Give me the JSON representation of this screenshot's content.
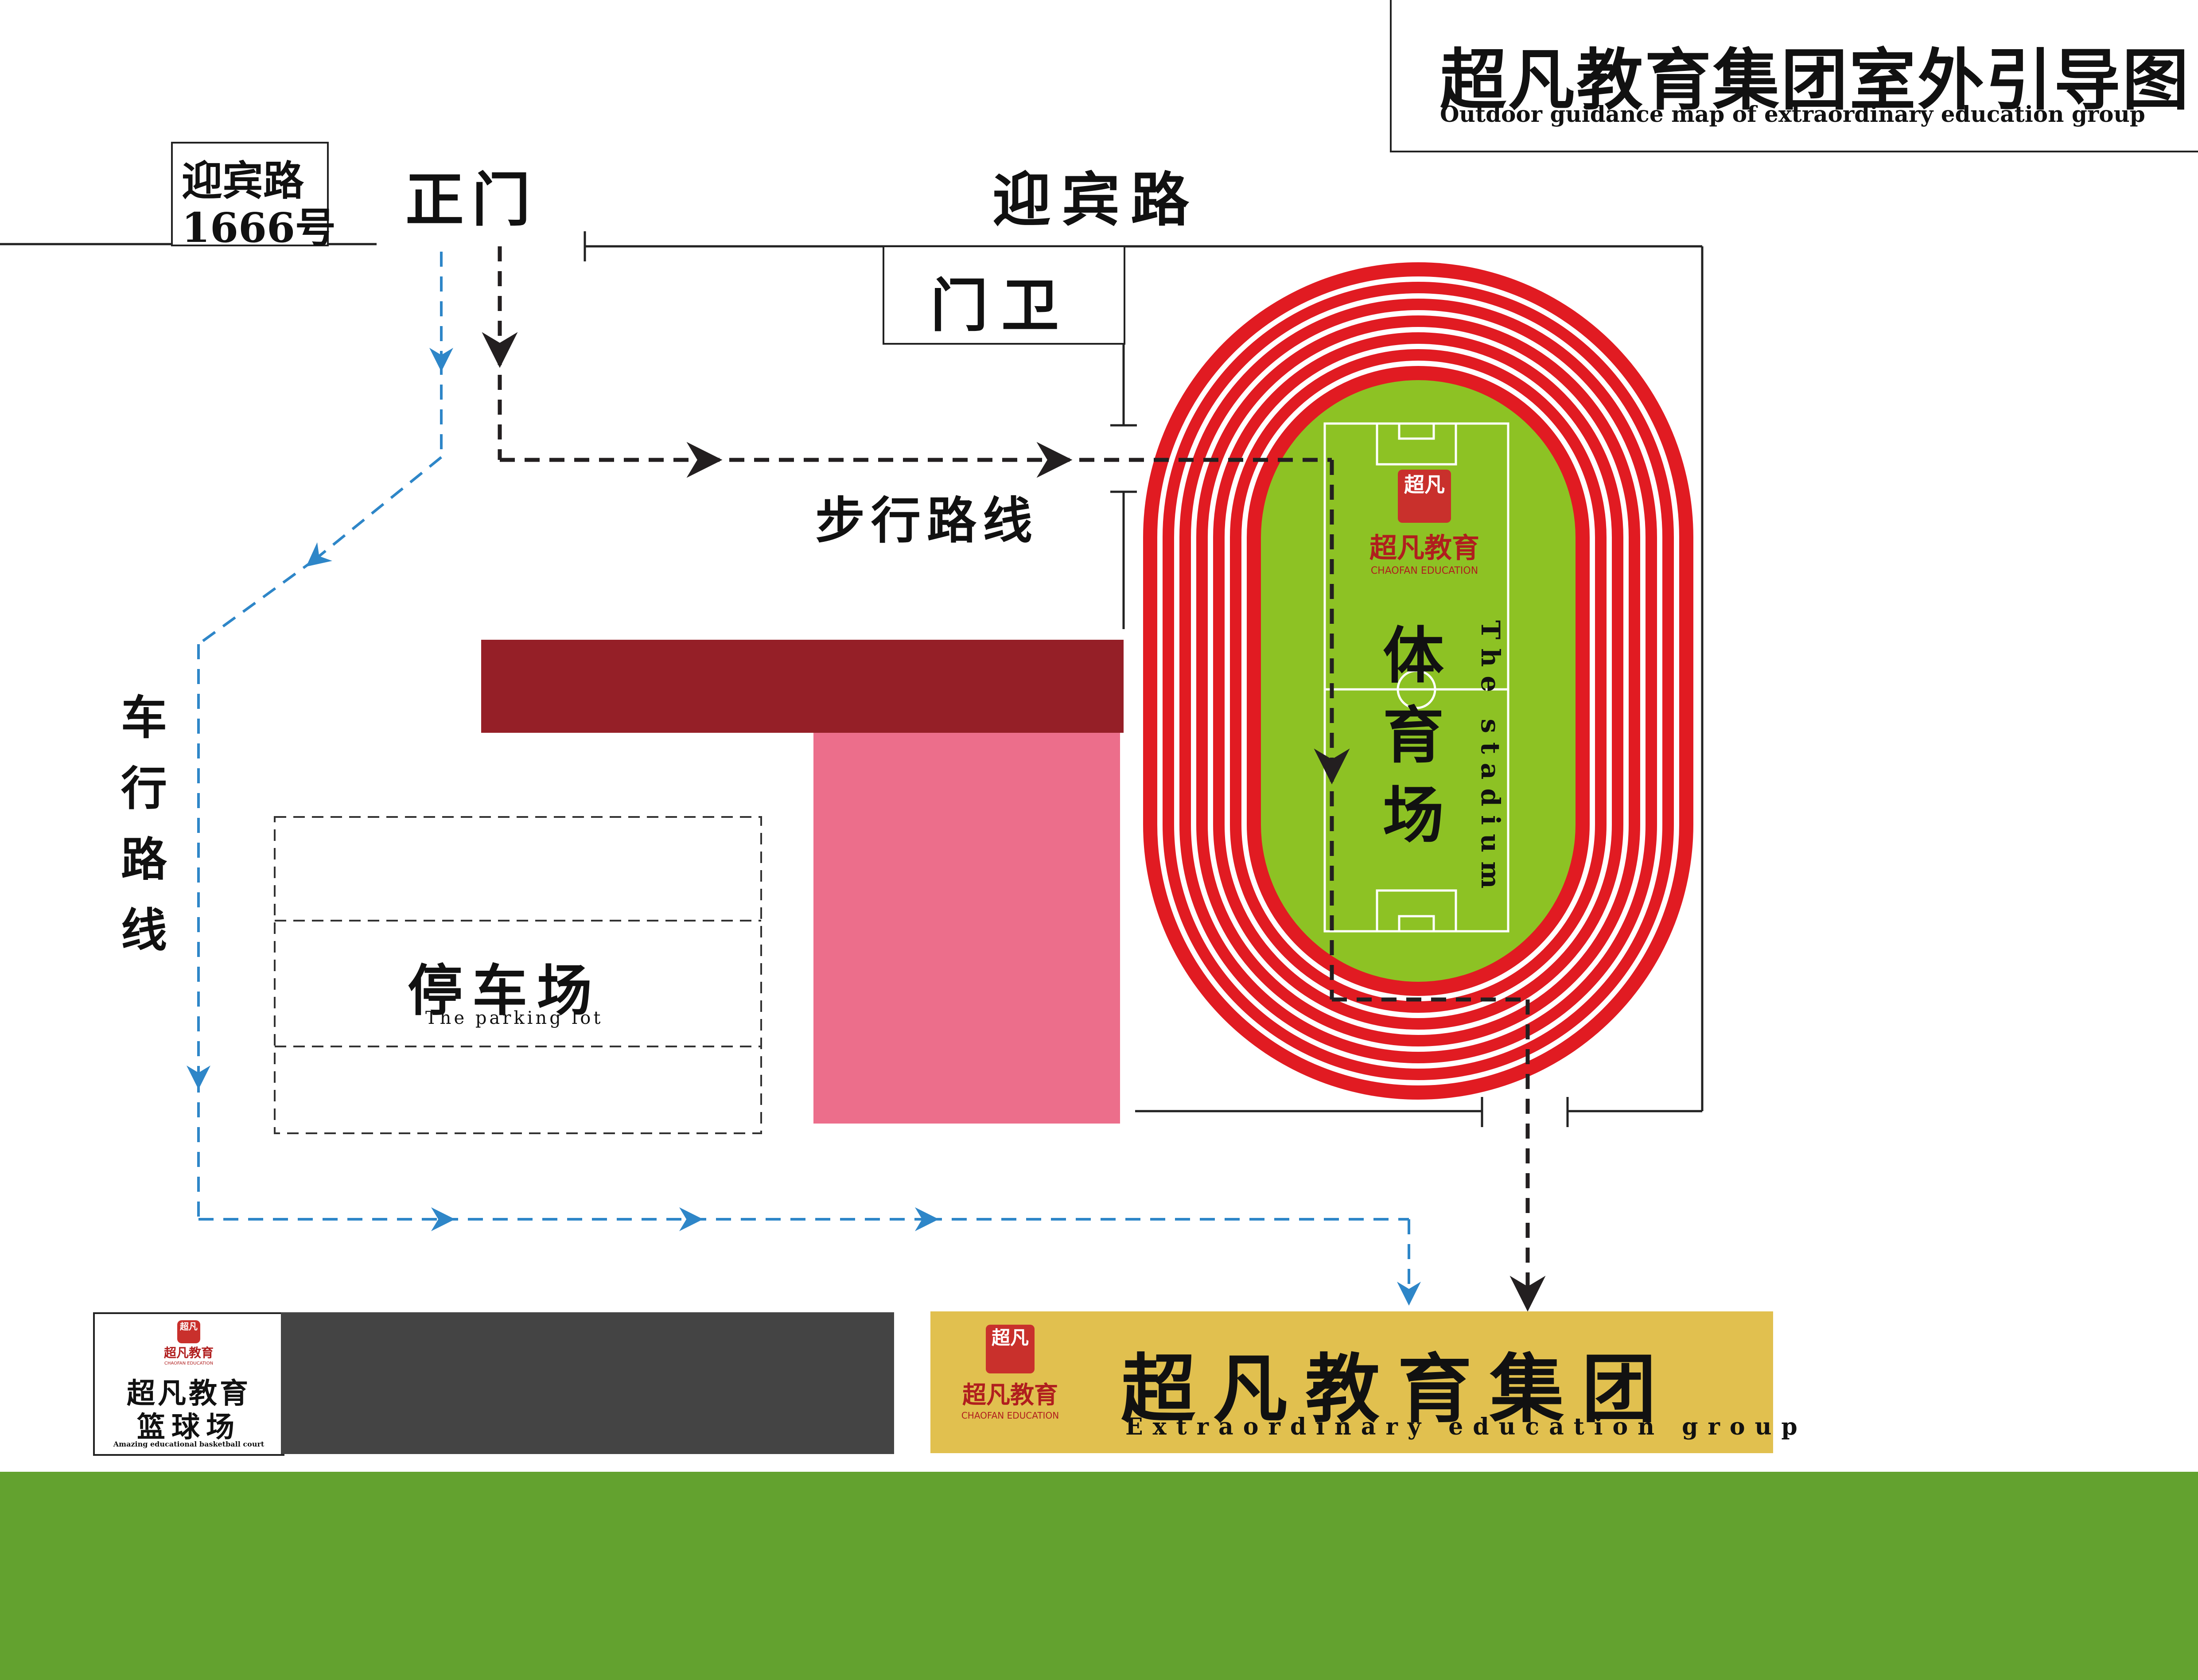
{
  "title": {
    "cn": "超凡教育集团室外引导图",
    "en": "Outdoor guidance map of extraordinary education group"
  },
  "address": {
    "line1": "迎宾路",
    "line2": "1666号"
  },
  "labels": {
    "main_gate": "正门",
    "road": "迎宾路",
    "guard": "门卫",
    "walking_route": "步行路线",
    "driving_route": "车行路线"
  },
  "parking": {
    "cn": "停车场",
    "en": "The parking lot"
  },
  "stadium": {
    "cn": "体育场",
    "en": "The stadium",
    "logo": {
      "glyph": "超凡",
      "name": "超凡教育",
      "sub": "CHAOFAN EDUCATION"
    }
  },
  "court": {
    "logo": {
      "glyph": "超凡",
      "name": "超凡教育",
      "sub": "CHAOFAN EDUCATION"
    },
    "cn_line1": "超凡教育",
    "cn_line2": "篮球场",
    "en": "Amazing educational basketball court"
  },
  "group": {
    "cn": "超凡教育集团",
    "en": "Extraordinary education group",
    "logo": {
      "glyph": "超凡",
      "name": "超凡教育",
      "sub": "CHAOFAN EDUCATION"
    }
  },
  "colors": {
    "track_red": "#e11b22",
    "field_green": "#8dc224",
    "building_dark": "#951f27",
    "building_pink": "#ec6e8b",
    "drive_route": "#2e86c8",
    "walk_route": "#231f20",
    "banner_gold": "#e1c04f",
    "court_gray": "#444444",
    "ground_green": "#63a22f"
  },
  "icons": [
    "route-arrow-icon",
    "logo-seal-icon",
    "book-icon"
  ]
}
